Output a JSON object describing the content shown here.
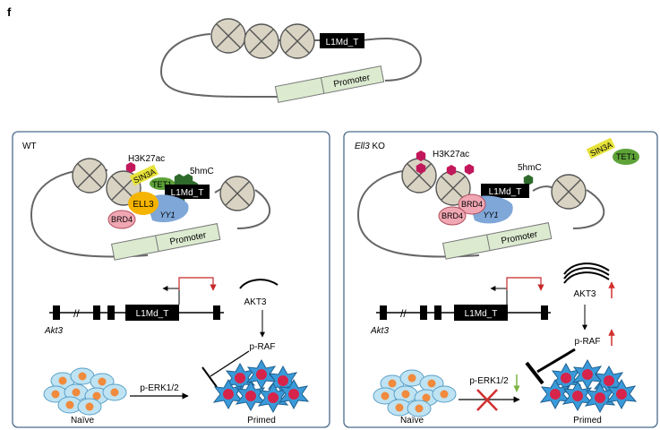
{
  "panel_label": "f",
  "top": {
    "element": "L1Md_T",
    "promoter": "Promoter"
  },
  "wt": {
    "title": "WT",
    "h3k27ac": "H3K27ac",
    "mark_5hmc": "5hmC",
    "sin3a": "SIN3A",
    "tet1": "TET1",
    "ell3": "ELL3",
    "yy1": "YY1",
    "brd4": "BRD4",
    "element": "L1Md_T",
    "promoter": "Promoter",
    "akt3_protein": "AKT3",
    "akt3_gene": "Akt3",
    "praf": "p-RAF",
    "perk": "p-ERK1/2",
    "naive": "Naïve",
    "primed": "Primed"
  },
  "ko": {
    "title_gene": "Ell3",
    "title_suffix": " KO",
    "h3k27ac": "H3K27ac",
    "mark_5hmc": "5hmC",
    "sin3a": "SIN3A",
    "tet1": "TET1",
    "yy1": "YY1",
    "brd4_a": "BRD4",
    "brd4_b": "BRD4",
    "element": "L1Md_T",
    "promoter": "Promoter",
    "akt3_protein": "AKT3",
    "akt3_gene": "Akt3",
    "praf": "p-RAF",
    "perk": "p-ERK1/2",
    "naive": "Naïve",
    "primed": "Primed"
  },
  "colors": {
    "nucleosome": "#d9d3c3",
    "promoter": "#dcebd0",
    "sin3a": "#e6e23a",
    "tet1": "#5da238",
    "ell3": "#f5b400",
    "yy1": "#7fa7d8",
    "brd4": "#f0a7b3",
    "acetyl": "#c2185b",
    "hydroxymethyl": "#2e6b2b",
    "up_arrow": "#d32f2f",
    "down_arrow": "#7cb342",
    "naive_cell": "#bfe3f2",
    "naive_nucleus": "#f08a3c",
    "primed_cell": "#3a9ad9",
    "primed_nucleus": "#d6244a"
  }
}
